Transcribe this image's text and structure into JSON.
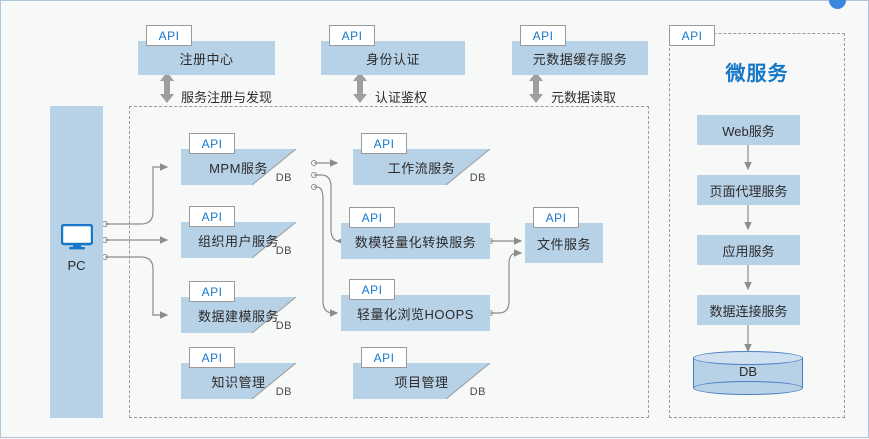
{
  "diagram": {
    "api_tab_label": "API",
    "db_corner_label": "DB",
    "client": {
      "label": "PC",
      "icon": "monitor-icon"
    },
    "top_services": [
      {
        "name": "注册中心",
        "api": "API",
        "link_label": "服务注册与发现"
      },
      {
        "name": "身份认证",
        "api": "API",
        "link_label": "认证鉴权"
      },
      {
        "name": "元数据缓存服务",
        "api": "API",
        "link_label": "元数据读取"
      }
    ],
    "column_one": [
      {
        "name": "MPM服务",
        "api": "API",
        "db": "DB"
      },
      {
        "name": "组织用户服务",
        "api": "API",
        "db": "DB"
      },
      {
        "name": "数据建模服务",
        "api": "API",
        "db": "DB"
      },
      {
        "name": "知识管理",
        "api": "API",
        "db": "DB"
      }
    ],
    "column_two": [
      {
        "name": "工作流服务",
        "api": "API",
        "db": "DB"
      },
      {
        "name": "数模轻量化转换服务",
        "api": "API",
        "db": ""
      },
      {
        "name": "轻量化浏览HOOPS",
        "api": "API",
        "db": ""
      },
      {
        "name": "项目管理",
        "api": "API",
        "db": "DB"
      }
    ],
    "column_three": [
      {
        "name": "文件服务",
        "api": "API",
        "db": ""
      }
    ],
    "microservice_panel": {
      "api": "API",
      "title": "微服务",
      "stack": [
        {
          "name": "Web服务"
        },
        {
          "name": "页面代理服务"
        },
        {
          "name": "应用服务"
        },
        {
          "name": "数据连接服务"
        }
      ],
      "database": {
        "label": "DB"
      }
    },
    "colors": {
      "box_fill": "#b7d1e7",
      "accent_blue": "#1878c8",
      "border_gray": "#9a9a9a",
      "canvas_bg": "#f7f8f8",
      "frame": "#aec6dd",
      "arrow_gray": "#8c8c8c",
      "cyl_stroke": "#4a7fc1"
    }
  }
}
